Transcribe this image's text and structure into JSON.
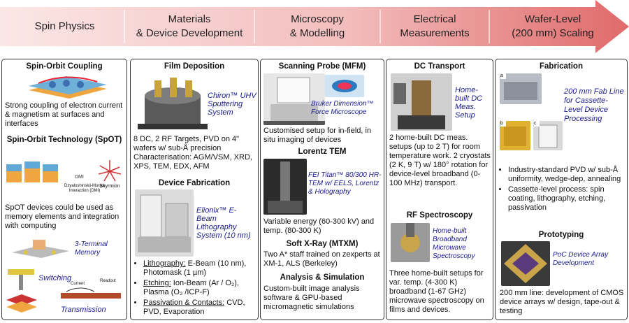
{
  "stages": [
    "Spin Physics",
    "Materials\n& Device Development",
    "Microscopy\n& Modelling",
    "Electrical\nMeasurements",
    "Wafer-Level\n(200 mm) Scaling"
  ],
  "col1": {
    "h1": "Spin-Orbit Coupling",
    "t1": "Strong coupling of electron current & magnetism at surfaces and interfaces",
    "h2": "Spin-Orbit Technology (SpOT)",
    "dmi": "Dzyaloshinskii-Moriya Interaction (DMI)",
    "skyrmion": "Skyrmion",
    "t2": "SpOT devices could be used as memory elements and integration with computing",
    "cap_memory": "3-Terminal Memory",
    "cap_switching": "Switching",
    "cap_transmission": "Transmission",
    "current": "Current",
    "readout": "Readout"
  },
  "col2": {
    "h1": "Film Deposition",
    "cap1": "Chiron™ UHV Sputtering System",
    "t1": "8 DC, 2 RF Targets, PVD on 4\" wafers w/ sub-Å precision Characterisation: AGM/VSM, XRD, XPS, TEM, EDX, AFM",
    "h2": "Device Fabrication",
    "cap2": "Elionix™ E-Beam Lithography System (10 nm)",
    "b1_u": "Lithography:",
    "b1": " E-Beam (10 nm), Photomask (1 µm)",
    "b2_u": "Etching:",
    "b2": " Ion-Beam (Ar / O₂), Plasma (O₂ /ICP-F)",
    "b3_u": "Passivation & Contacts:",
    "b3": " CVD, PVD, Evaporation"
  },
  "col3": {
    "h1": "Scanning Probe (MFM)",
    "cap1": "Bruker Dimension™ Force Microscope",
    "t1": "Customised setup for in-field, in situ imaging of devices",
    "h2": "Lorentz TEM",
    "cap2": "FEI Titan™ 80/300 HR-TEM w/ EELS, Lorentz & Holography",
    "t2": "Variable energy (60-300 kV) and temp. (80-300 K)",
    "h3": "Soft X-Ray (MTXM)",
    "t3": "Two A* staff trained on zexperts at XM-1, ALS (Berkeley)",
    "h4": "Analysis & Simulation",
    "t4": "Custom-built image analysis software & GPU-based micromagnetic simulations"
  },
  "col4": {
    "h1": "DC Transport",
    "cap1": "Home-built DC Meas. Setup",
    "t1": "2 home-built DC meas. setups (up to 2 T) for  room temperature work. 2 cryostats (2 K, 9 T) w/ 180° rotation for device-level broadband (0-100 MHz) transport.",
    "h2": "RF Spectroscopy",
    "cap2": "Home-built Broadband Microwave Spectroscopy",
    "t2": "Three home-built setups for var. temp. (4-300 K) broadband (1-67 GHz) microwave spectroscopy on films and devices."
  },
  "col5": {
    "h1": "Fabrication",
    "cap1": "200 mm Fab Line for Cassette-Level Device Processing",
    "lbl_a": "a",
    "lbl_b": "b",
    "lbl_c": "c",
    "b1": "Industry-standard PVD w/ sub-Å uniformity, wedge-dep, annealing",
    "b2": "Cassette-level process: spin coating, lithography, etching, passivation",
    "h2": "Prototyping",
    "cap2": "PoC Device Array Development",
    "t1": "200 mm line: development of CMOS device arrays w/ design, tape-out & testing"
  }
}
